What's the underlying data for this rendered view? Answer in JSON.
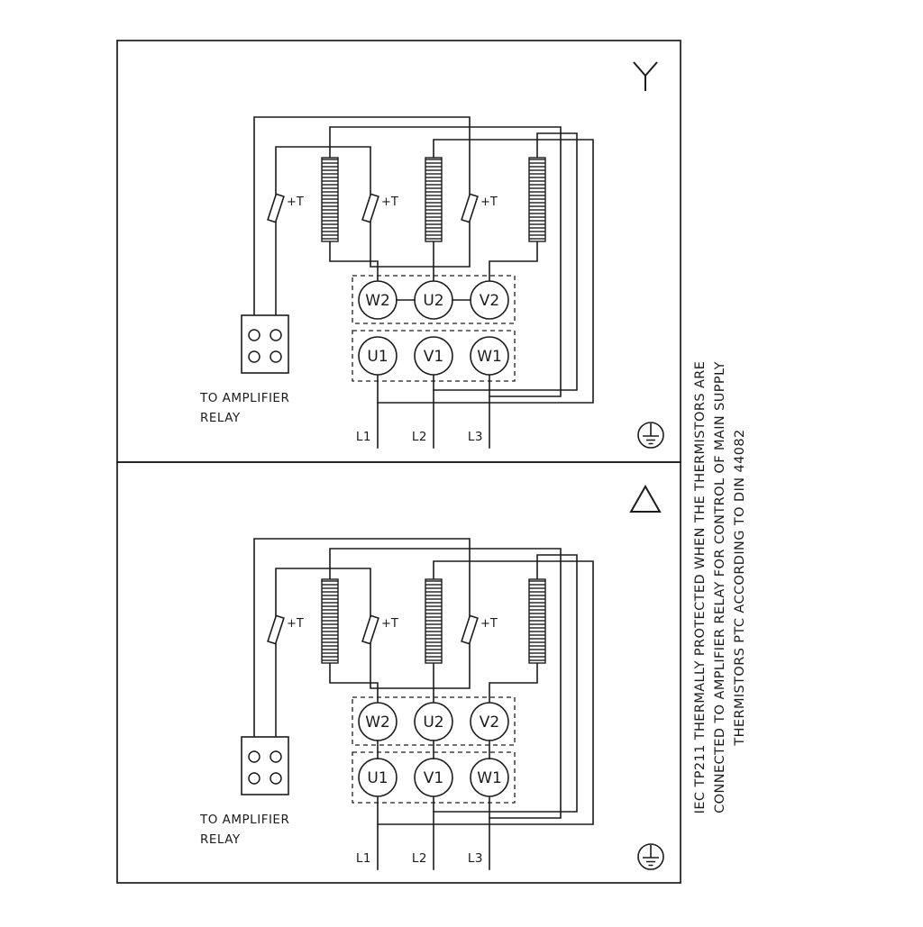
{
  "colors": {
    "ink": "#1c1c1c",
    "background": "#ffffff"
  },
  "note": {
    "line1": "IEC TP211 THERMALLY PROTECTED WHEN THE THERMISTORS ARE",
    "line2": "CONNECTED TO AMPLIFIER RELAY FOR CONTROL OF MAIN SUPPLY",
    "line3": "THERMISTORS PTC ACCORDING TO DIN 44082"
  },
  "labels": {
    "thermistor": "+T",
    "relay_line1": "TO AMPLIFIER",
    "relay_line2": "RELAY",
    "supply": [
      "L1",
      "L2",
      "L3"
    ],
    "terminals_top": [
      "W2",
      "U2",
      "V2"
    ],
    "terminals_bottom": [
      "U1",
      "V1",
      "W1"
    ]
  },
  "panels": {
    "star": {
      "name": "star-connection"
    },
    "delta": {
      "name": "delta-connection"
    }
  }
}
